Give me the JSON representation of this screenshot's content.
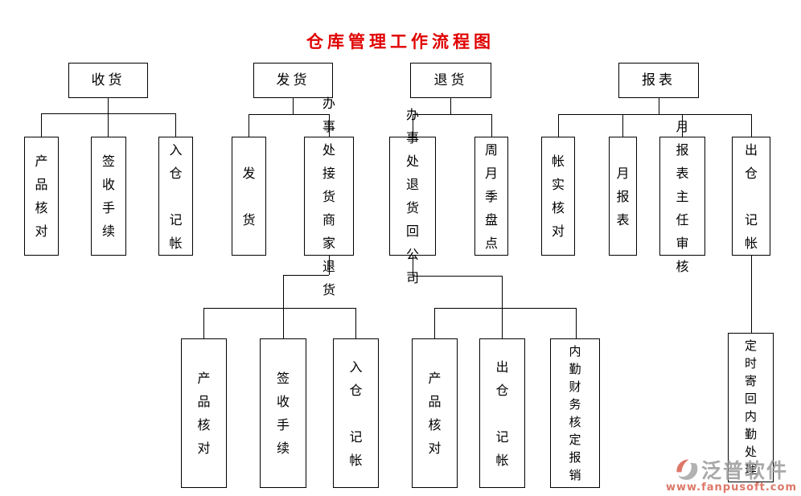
{
  "diagram": {
    "title": "仓库管理工作流程图",
    "branches": [
      {
        "label": "收货",
        "children": [
          {
            "label": "产品核对",
            "display": "产\n品\n核\n对"
          },
          {
            "label": "签收手续",
            "display": "签\n收\n手\n续"
          },
          {
            "label": "入仓 记帐",
            "display": "入\n仓\n\n记\n帐"
          }
        ]
      },
      {
        "label": "发货",
        "children": [
          {
            "label": "发货",
            "display": "发\n\n货"
          },
          {
            "label": "办事处接货商家退货",
            "display": "办事\n处接\n货商\n家退\n货",
            "children": [
              {
                "label": "产品核对",
                "display": "产\n品\n核\n对"
              },
              {
                "label": "签收手续",
                "display": "签\n收\n手\n续"
              },
              {
                "label": "入仓 记帐",
                "display": "入\n仓\n\n记\n帐"
              }
            ]
          }
        ]
      },
      {
        "label": "退货",
        "children": [
          {
            "label": "办事处退货回公司",
            "display": "办事\n处退\n货回\n公司",
            "children": [
              {
                "label": "产品核对",
                "display": "产\n品\n核\n对"
              },
              {
                "label": "出仓 记帐",
                "display": "出\n仓\n\n记\n帐"
              },
              {
                "label": "内勤财务核定报销",
                "display": "内\n勤\n财\n务\n核\n定\n报\n销"
              }
            ]
          },
          {
            "label": "周月季盘点",
            "display": "周\n月\n季\n盘\n点"
          }
        ]
      },
      {
        "label": "报表",
        "children": [
          {
            "label": "帐实核对",
            "display": "帐\n实\n核\n对"
          },
          {
            "label": "月报表",
            "display": "月\n报\n表"
          },
          {
            "label": "月报表主任审核",
            "display": "月报\n表主\n任审\n核"
          },
          {
            "label": "出仓 记帐",
            "display": "出\n仓\n\n记\n帐",
            "children": [
              {
                "label": "定时寄回内勤处理",
                "display": "定\n时\n寄\n回\n内\n勤\n处\n理"
              }
            ]
          }
        ]
      }
    ]
  },
  "colors": {
    "title_text": "#e00000",
    "line": "#000000",
    "watermark_accent": "#d8604e",
    "watermark_gray": "#9a9a9a"
  },
  "watermark": {
    "name": "泛普软件",
    "url": "www.fanpusoft.com"
  }
}
